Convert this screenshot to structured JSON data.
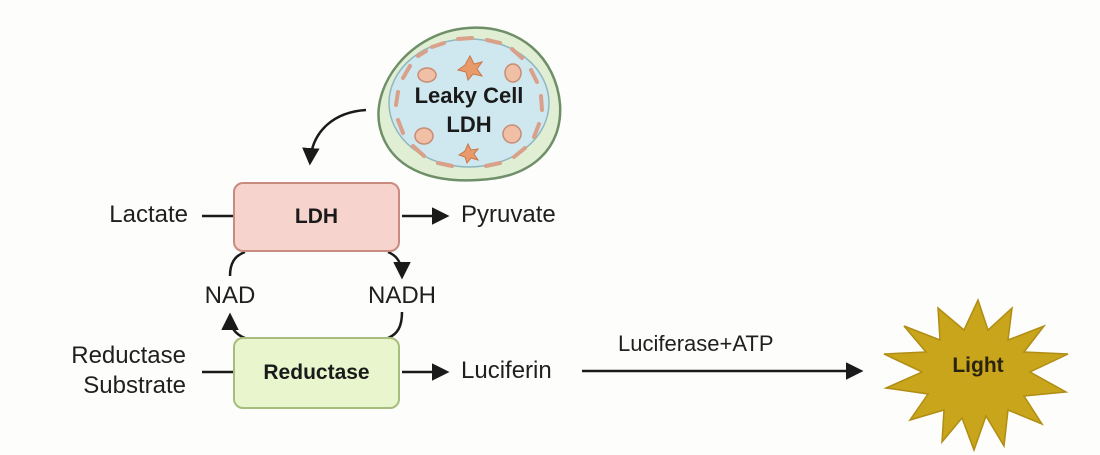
{
  "cell": {
    "line1": "Leaky Cell",
    "line2": "LDH"
  },
  "nodes": {
    "ldh_box": "LDH",
    "reductase_box": "Reductase",
    "lactate": "Lactate",
    "pyruvate": "Pyruvate",
    "nad": "NAD",
    "nadh": "NADH",
    "reductase_substrate_line1": "Reductase",
    "reductase_substrate_line2": "Substrate",
    "luciferin": "Luciferin",
    "light": "Light"
  },
  "edges": {
    "luciferase_label": "Luciferase+ATP"
  },
  "colors": {
    "ldh_fill": "#f7d3cd",
    "ldh_border": "#c98b80",
    "reductase_fill": "#e8f5cd",
    "reductase_border": "#a6bd7e",
    "cell_outer_fill": "#e0eed4",
    "cell_outer_border": "#6f8f68",
    "cell_inner_fill": "#cfe7ee",
    "cell_organelle_fill": "#efbfa6",
    "light_fill": "#c8a51a",
    "arrow": "#1a1a1a"
  }
}
